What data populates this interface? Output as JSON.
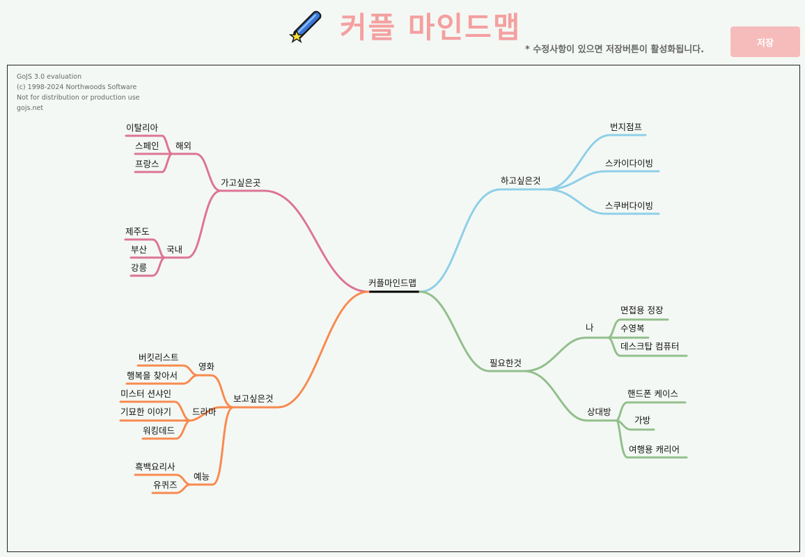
{
  "header": {
    "title": "커플 마인드맵",
    "notice": "* 수정사항이 있으면 저장버튼이 활성화됩니다.",
    "save_label": "저장",
    "logo_icon": "shooting-star-pencil-icon"
  },
  "watermark": {
    "lines": [
      "GoJS 3.0 evaluation",
      "(c) 1998-2024 Northwoods Software",
      "Not for distribution or production use",
      "gojs.net"
    ]
  },
  "colors": {
    "pink": "#dc7595",
    "blue": "#8ecfe8",
    "green": "#92bf8c",
    "orange": "#f88a4f",
    "root": "#000000"
  },
  "mindmap": {
    "root": "커플마인드맵",
    "branches": {
      "b1": "가고싶은곳",
      "b1_1": "해외",
      "b1_1_1": "이탈리아",
      "b1_1_2": "스페인",
      "b1_1_3": "프랑스",
      "b1_2": "국내",
      "b1_2_1": "제주도",
      "b1_2_2": "부산",
      "b1_2_3": "강릉",
      "b2": "하고싶은것",
      "b2_1": "번지점프",
      "b2_2": "스카이다이빙",
      "b2_3": "스쿠버다이빙",
      "b3": "필요한것",
      "b3_1": "나",
      "b3_1_1": "면접용 정장",
      "b3_1_2": "수영복",
      "b3_1_3": "데스크탑 컴퓨터",
      "b3_2": "상대방",
      "b3_2_1": "핸드폰 케이스",
      "b3_2_2": "가방",
      "b3_2_3": "여행용 캐리어",
      "b4": "보고싶은것",
      "b4_1": "영화",
      "b4_1_1": "버킷리스트",
      "b4_1_2": "행복을 찾아서",
      "b4_2": "드라마",
      "b4_2_1": "미스터 션샤인",
      "b4_2_2": "기묘한 이야기",
      "b4_2_3": "워킹데드",
      "b4_3": "예능",
      "b4_3_1": "흑백요리사",
      "b4_3_2": "유퀴즈"
    }
  }
}
